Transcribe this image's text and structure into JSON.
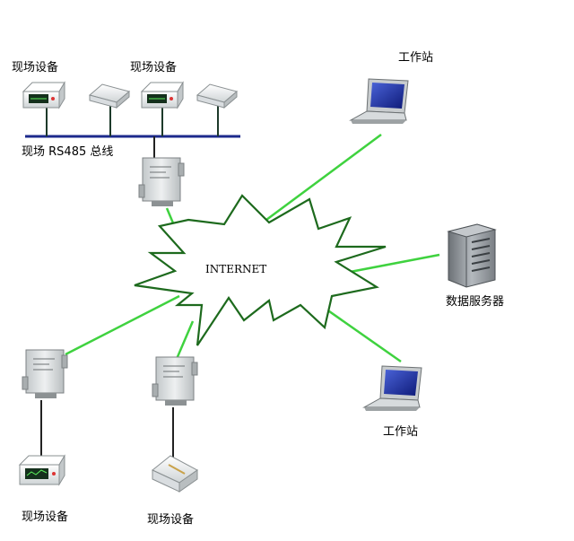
{
  "labels": {
    "field_device_1": "现场设备",
    "field_device_2": "现场设备",
    "bus": "现场 RS485 总线",
    "internet": "INTERNET",
    "workstation_top": "工作站",
    "server": "数据服务器",
    "workstation_bottom": "工作站",
    "field_device_bottom_left": "现场设备",
    "field_device_bottom_mid": "现场设备"
  },
  "colors": {
    "bus_line": "#1c2a8c",
    "link_line": "#3fd23f",
    "cloud_stroke": "#1d6a1d",
    "device_body": "#eceff0",
    "converter_body": "#d6dadb",
    "laptop_screen": "#1b2fa0",
    "server_body": "#8e9398"
  }
}
